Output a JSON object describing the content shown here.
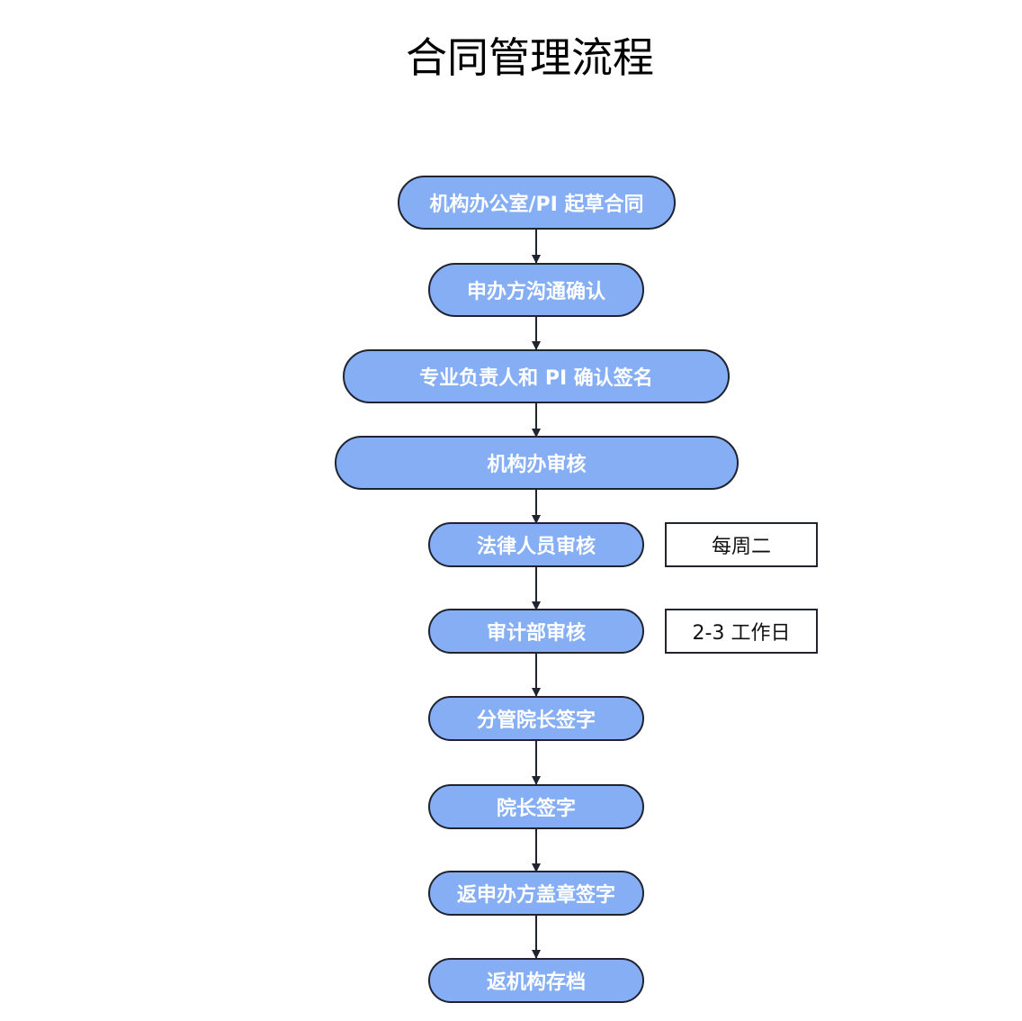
{
  "diagram": {
    "title": "合同管理流程",
    "steps": [
      "机构办公室/PI 起草合同",
      "申办方沟通确认",
      "专业负责人和 PI 确认签名",
      "机构办审核",
      "法律人员审核",
      "审计部审核",
      "分管院长签字",
      "院长签字",
      "返申办方盖章签字",
      "返机构存档"
    ],
    "notes": {
      "legal_review": "每周二",
      "audit_review": "2-3 工作日"
    },
    "colors": {
      "step_fill": "#85aef4",
      "step_border": "#1f2430",
      "step_text": "#ffffff",
      "arrow": "#1f2430"
    }
  }
}
